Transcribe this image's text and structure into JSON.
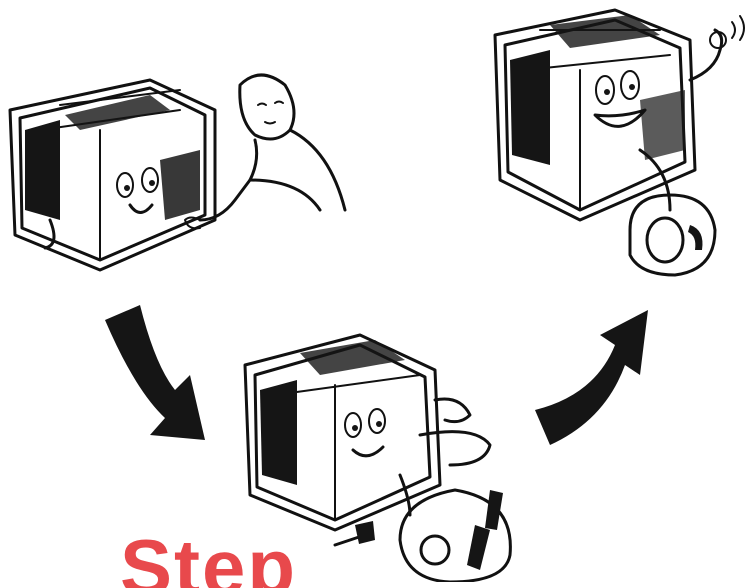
{
  "illustration": {
    "panels": [
      {
        "id": "step-1",
        "icon": "generator-with-man-icon"
      },
      {
        "id": "step-2",
        "icon": "generator-with-plug-icon"
      },
      {
        "id": "step-3",
        "icon": "generator-smiling-icon"
      }
    ],
    "arrows": [
      {
        "id": "arrow-down",
        "icon": "curved-arrow-down-icon"
      },
      {
        "id": "arrow-up",
        "icon": "curved-arrow-up-icon"
      }
    ],
    "caption_text": "Step",
    "caption_color": "#e8494c"
  }
}
